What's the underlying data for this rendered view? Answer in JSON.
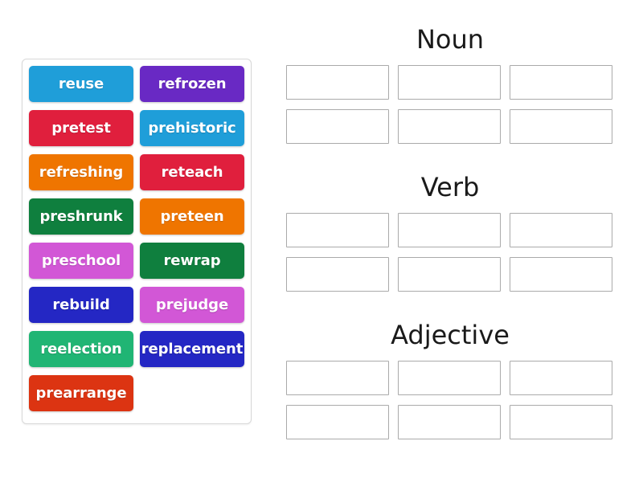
{
  "activity": {
    "type": "group-sort",
    "word_bank": {
      "name": "word-bank",
      "tiles": [
        {
          "label": "reuse",
          "color": "#1f9ed9"
        },
        {
          "label": "refrozen",
          "color": "#6929c4"
        },
        {
          "label": "pretest",
          "color": "#e01f3d"
        },
        {
          "label": "prehistoric",
          "color": "#1f9ed9"
        },
        {
          "label": "refreshing",
          "color": "#ef7500"
        },
        {
          "label": "reteach",
          "color": "#e01f3d"
        },
        {
          "label": "preshrunk",
          "color": "#0f7f3e"
        },
        {
          "label": "preteen",
          "color": "#ef7500"
        },
        {
          "label": "preschool",
          "color": "#d257d6"
        },
        {
          "label": "rewrap",
          "color": "#0f7f3e"
        },
        {
          "label": "rebuild",
          "color": "#2427c4"
        },
        {
          "label": "prejudge",
          "color": "#d257d6"
        },
        {
          "label": "reelection",
          "color": "#20b574"
        },
        {
          "label": "replacement",
          "color": "#2427c4"
        },
        {
          "label": "prearrange",
          "color": "#dc3412"
        }
      ]
    },
    "zones": [
      {
        "title": "Noun",
        "slots": [
          "",
          "",
          "",
          "",
          "",
          ""
        ]
      },
      {
        "title": "Verb",
        "slots": [
          "",
          "",
          "",
          "",
          "",
          ""
        ]
      },
      {
        "title": "Adjective",
        "slots": [
          "",
          "",
          "",
          "",
          "",
          ""
        ]
      }
    ]
  }
}
